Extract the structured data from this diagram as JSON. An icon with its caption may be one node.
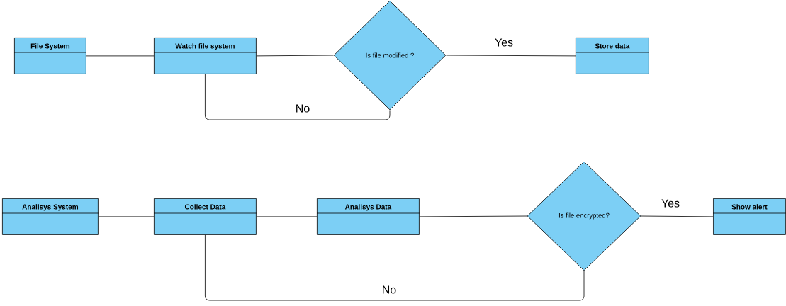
{
  "diagram": {
    "nodes": [
      {
        "text": [
          "File System"
        ]
      },
      {
        "text": [
          "Watch file system"
        ]
      },
      {
        "text": [
          "Is file modified ?"
        ]
      },
      {
        "text": [
          "Store data"
        ]
      },
      {
        "text": [
          "Analisys System"
        ]
      },
      {
        "text": [
          "Collect Data"
        ]
      },
      {
        "text": [
          "Analisys Data"
        ]
      },
      {
        "text": [
          "Is file encrypted?"
        ]
      },
      {
        "text": [
          "Show alert"
        ]
      }
    ],
    "edges": [
      {
        "from": 0,
        "to": 1,
        "arrow": "none"
      },
      {
        "from": 1,
        "to": 2,
        "arrow": "none"
      },
      {
        "from": 2,
        "to": 3,
        "arrow": "none",
        "label": "Yes"
      },
      {
        "from": 2,
        "to": 1,
        "arrow": "none",
        "label": "No"
      },
      {
        "from": 4,
        "to": 5,
        "arrow": "none"
      },
      {
        "from": 5,
        "to": 6,
        "arrow": "none"
      },
      {
        "from": 6,
        "to": 7,
        "arrow": "none"
      },
      {
        "from": 7,
        "to": 8,
        "arrow": "none",
        "label": "Yes"
      },
      {
        "from": 7,
        "to": 5,
        "arrow": "none",
        "label": "No"
      }
    ]
  }
}
